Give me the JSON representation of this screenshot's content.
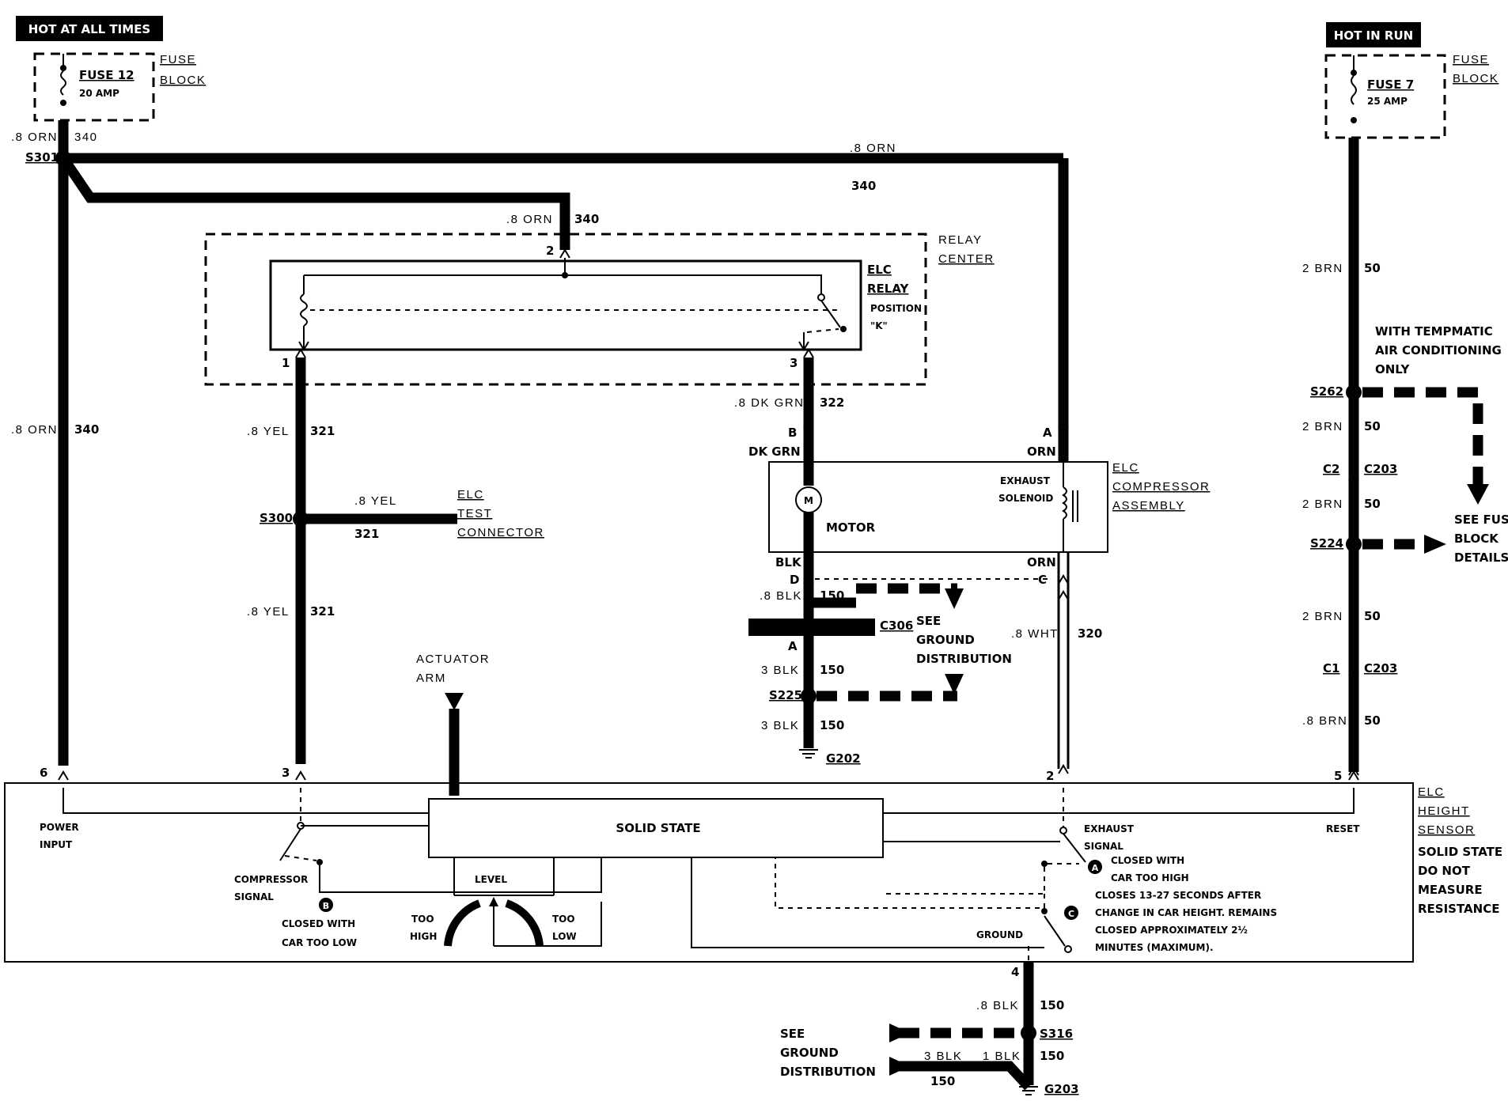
{
  "headers": {
    "hot_at_all_times": "HOT AT ALL TIMES",
    "hot_in_run": "HOT IN RUN"
  },
  "fuses": {
    "fuse12_name": "FUSE 12",
    "fuse12_rating": "20 AMP",
    "fuse7_name": "FUSE 7",
    "fuse7_rating": "25 AMP",
    "fuse_block_a": "FUSE",
    "fuse_block_b": "BLOCK"
  },
  "relay": {
    "center_a": "RELAY",
    "center_b": "CENTER",
    "name_a": "ELC",
    "name_b": "RELAY",
    "position_a": "POSITION",
    "position_b": "\"K\"",
    "pin1": "1",
    "pin2": "2",
    "pin3": "3"
  },
  "compressor": {
    "name_a": "ELC",
    "name_b": "COMPRESSOR",
    "name_c": "ASSEMBLY",
    "motor_label": "MOTOR",
    "motor_symbol": "M",
    "exhaust_a": "EXHAUST",
    "exhaust_b": "SOLENOID",
    "pin_a": "A",
    "pin_b": "B",
    "pin_c": "C",
    "pin_d": "D",
    "dk_grn": "DK GRN",
    "orn": "ORN",
    "blk": "BLK",
    "orn2": "ORN"
  },
  "test_connector": {
    "a": "ELC",
    "b": "TEST",
    "c": "CONNECTOR"
  },
  "sensor": {
    "name_a": "ELC",
    "name_b": "HEIGHT",
    "name_c": "SENSOR",
    "note_a": "SOLID STATE",
    "note_b": "DO NOT",
    "note_c": "MEASURE",
    "note_d": "RESISTANCE",
    "solid_state": "SOLID STATE",
    "power_a": "POWER",
    "power_b": "INPUT",
    "comp_a": "COMPRESSOR",
    "comp_b": "SIGNAL",
    "closed_low_a": "CLOSED WITH",
    "closed_low_b": "CAR TOO LOW",
    "level": "LEVEL",
    "too_high_a": "TOO",
    "too_high_b": "HIGH",
    "too_low_a": "TOO",
    "too_low_b": "LOW",
    "exhaust_a": "EXHAUST",
    "exhaust_b": "SIGNAL",
    "closed_high_a": "CLOSED WITH",
    "closed_high_b": "CAR TOO HIGH",
    "c_note_a": "CLOSES 13-27 SECONDS AFTER",
    "c_note_b": "CHANGE IN CAR HEIGHT. REMAINS",
    "c_note_c": "CLOSED APPROXIMATELY 2½",
    "c_note_d": "MINUTES (MAXIMUM).",
    "ground": "GROUND",
    "reset": "RESET",
    "marker_a": "A",
    "marker_b": "B",
    "marker_c": "C",
    "pin6": "6",
    "pin3": "3",
    "pin2": "2",
    "pin5": "5",
    "pin4": "4"
  },
  "actuator": {
    "a": "ACTUATOR",
    "b": "ARM"
  },
  "ground_dist": {
    "see": "SEE",
    "ground": "GROUND",
    "distribution": "DISTRIBUTION"
  },
  "fuse_details": {
    "a": "SEE FUSE",
    "b": "BLOCK",
    "c": "DETAILS"
  },
  "tempmatic": {
    "a": "WITH  TEMPMATIC",
    "b": "AIR  CONDITIONING",
    "c": "ONLY"
  },
  "splices": {
    "s301": "S301",
    "s300": "S300",
    "s225": "S225",
    "s262": "S262",
    "s224": "S224",
    "s316": "S316",
    "c306": "C306",
    "c2": "C2",
    "c1": "C1",
    "c203a": "C203",
    "c203b": "C203",
    "g202": "G202",
    "g203": "G203"
  },
  "wires": {
    "orn_340_top_color": ".8 ORN",
    "orn_340_top_num": "340",
    "orn_top_right_color": ".8 ORN",
    "orn_top_right_num": "340",
    "orn_relay_color": ".8 ORN",
    "orn_relay_num": "340",
    "orn_left_color": ".8 ORN",
    "orn_left_num": "340",
    "yel_upper_color": ".8 YEL",
    "yel_upper_num": "321",
    "yel_test_color": ".8 YEL",
    "yel_test_num": "321",
    "yel_lower_color": ".8 YEL",
    "yel_lower_num": "321",
    "dkgrn_color": ".8 DK GRN",
    "dkgrn_num": "322",
    "blk_c306_color": ".8 BLK",
    "blk_c306_num": "150",
    "blk3_a_color": "3 BLK",
    "blk3_a_num": "150",
    "blk3_b_color": "3 BLK",
    "blk3_b_num": "150",
    "wht_color": ".8 WHT",
    "wht_num": "320",
    "brn_1_color": "2 BRN",
    "brn_1_num": "50",
    "brn_2_color": "2 BRN",
    "brn_2_num": "50",
    "brn_3_color": "2 BRN",
    "brn_3_num": "50",
    "brn_4_color": "2 BRN",
    "brn_4_num": "50",
    "brn_5_color": ".8 BRN",
    "brn_5_num": "50",
    "gnd_blk_color": ".8 BLK",
    "gnd_blk_num": "150",
    "gnd_s316_num": "150",
    "gnd_3blk": "3 BLK",
    "gnd_1blk": "1 BLK",
    "gnd_150": "150"
  }
}
